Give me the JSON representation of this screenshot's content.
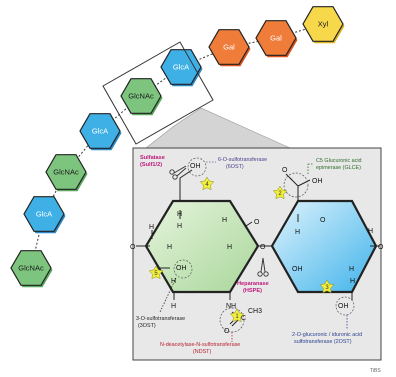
{
  "chain": [
    {
      "label": "GlcNAc",
      "color": "#5aa85e",
      "fill": "#7dc47f"
    },
    {
      "label": "GlcA",
      "color": "#2c88c4",
      "fill": "#3fb0e6"
    },
    {
      "label": "GlcNAc",
      "color": "#5aa85e",
      "fill": "#7dc47f"
    },
    {
      "label": "GlcA",
      "color": "#2c88c4",
      "fill": "#3fb0e6"
    },
    {
      "label": "GlcNAc",
      "color": "#5aa85e",
      "fill": "#7dc47f"
    },
    {
      "label": "GlcA",
      "color": "#2c88c4",
      "fill": "#3fb0e6"
    },
    {
      "label": "Gal",
      "color": "#d9541e",
      "fill": "#f07c3a"
    },
    {
      "label": "Gal",
      "color": "#d9541e",
      "fill": "#f07c3a"
    },
    {
      "label": "Xyl",
      "color": "#d9b21c",
      "fill": "#f6d84a"
    }
  ],
  "enzymes": {
    "sulfatase": "Sulfatase",
    "sulfatase_sub": "(Sulf1/2)",
    "six_o_1": "6-O-sulfotransferase",
    "six_o_2": "(6OST)",
    "c5_1": "C5 Glucuronic acid",
    "c5_2": "epimerase (GLCE)",
    "heparanase_1": "Heparanase",
    "heparanase_2": "(HSPE)",
    "three_o_1": "3-O-sulfotransferase",
    "three_o_2": "(3OST)",
    "ndst_1": "N-deacetylase-N-sulfotransferase",
    "ndst_2": "(NDST)",
    "two_o_1": "2-O-glucuronic / iduronic acid",
    "two_o_2": "sulfotransferase (2OST)"
  },
  "markers": [
    "1",
    "2",
    "3",
    "4",
    "5"
  ],
  "atoms": {
    "oh": "OH",
    "h": "H",
    "o": "O",
    "c": "C",
    "nh": "NH",
    "ch3": "CH3",
    "cooh_oh": "OH"
  },
  "colors": {
    "glcnac_ring": "#c8e6bd",
    "glca_ring": "#7fd0f2",
    "panel": "#e6e6e6",
    "outline": "#333333"
  },
  "credit": "TiBS"
}
